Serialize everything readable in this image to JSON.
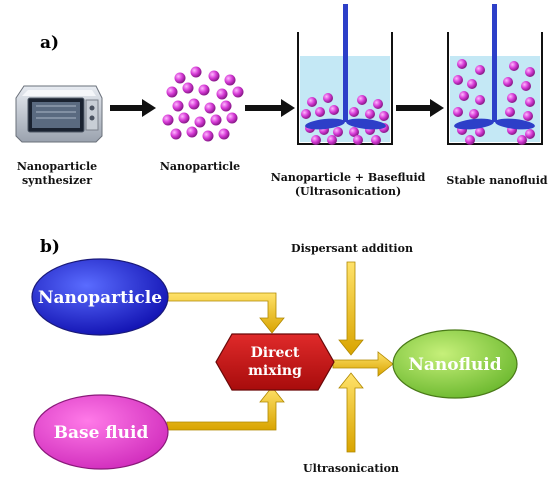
{
  "panel_a": {
    "label": "a)",
    "steps": [
      {
        "line1": "Nanoparticle",
        "line2": "synthesizer"
      },
      {
        "line1": "Nanoparticle",
        "line2": ""
      },
      {
        "line1": "Nanoparticle + Basefluid",
        "line2": "(Ultrasonication)"
      },
      {
        "line1": "Stable nanofluid",
        "line2": ""
      }
    ]
  },
  "panel_b": {
    "label": "b)",
    "nodes": {
      "nanoparticle": "Nanoparticle",
      "base_fluid": "Base fluid",
      "direct_mixing_line1": "Direct",
      "direct_mixing_line2": "mixing",
      "nanofluid": "Nanofluid"
    },
    "annotations": {
      "top": "Dispersant addition",
      "bottom": "Ultrasonication"
    }
  },
  "colors": {
    "particle": "#d63ad6",
    "nanoparticle_node": "#2424d8",
    "base_fluid_node": "#e23fc8",
    "mixing_node": "#c81414",
    "nanofluid_node": "#8fd24a",
    "flow_arrow": "#f0c020",
    "fluid": "#c4e8f5",
    "stirrer": "#2d3fc8"
  },
  "icons": [
    "synthesizer-machine-icon",
    "stirrer-icon",
    "arrow-right-icon"
  ]
}
